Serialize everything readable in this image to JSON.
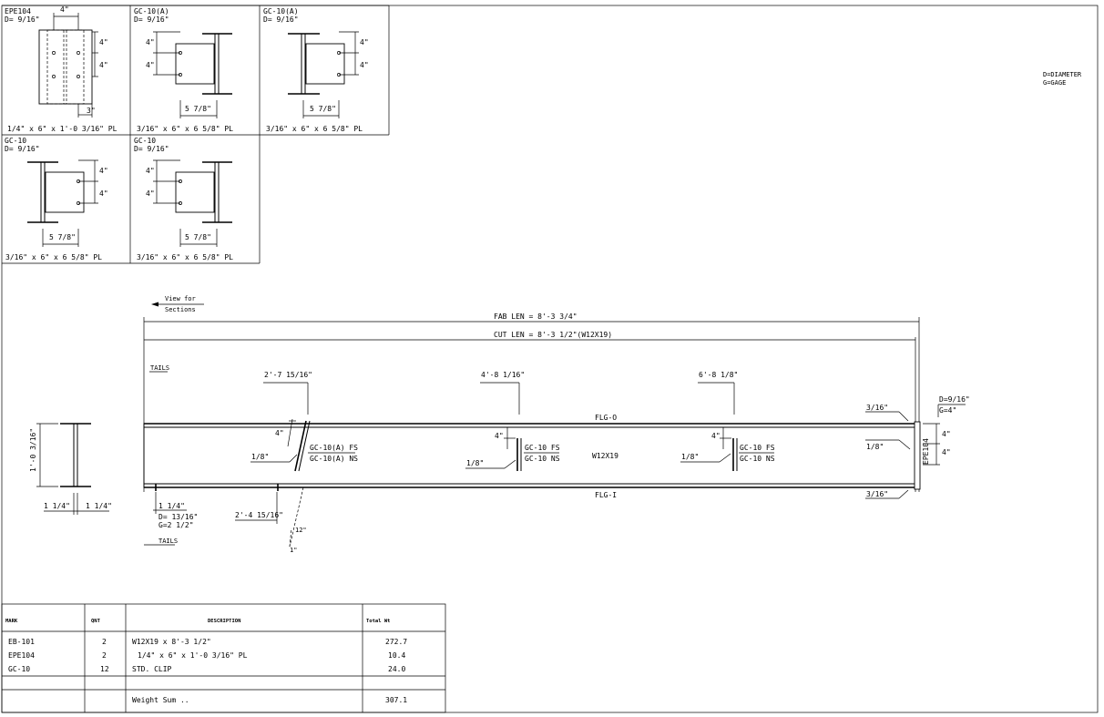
{
  "legend": {
    "diameter": "D=DIAMETER",
    "gage": "G=GAGE"
  },
  "details": [
    {
      "mark": "EPE104",
      "diameter": "D= 9/16\"",
      "dims": [
        "4\"",
        "4\"",
        "4\"",
        "3\""
      ],
      "caption": "1/4\" x 6\" x 1'-0 3/16\" PL"
    },
    {
      "mark": "GC-10(A)",
      "diameter": "D= 9/16\"",
      "dims": [
        "4\"",
        "4\"",
        "5 7/8\""
      ],
      "caption": "3/16\" x 6\" x 6 5/8\" PL"
    },
    {
      "mark": "GC-10(A)",
      "diameter": "D= 9/16\"",
      "dims": [
        "4\"",
        "4\"",
        "5 7/8\""
      ],
      "caption": "3/16\" x 6\" x 6 5/8\" PL"
    },
    {
      "mark": "GC-10",
      "diameter": "D= 9/16\"",
      "dims": [
        "4\"",
        "4\"",
        "5 7/8\""
      ],
      "caption": "3/16\" x 6\" x 6 5/8\" PL"
    },
    {
      "mark": "GC-10",
      "diameter": "D= 9/16\"",
      "dims": [
        "4\"",
        "4\"",
        "5 7/8\""
      ],
      "caption": "3/16\" x 6\" x 6 5/8\" PL"
    }
  ],
  "section": {
    "view_for": "View for",
    "sections": "Sections",
    "depth": "1'-0 3/16\"",
    "left_dim": "1 1/4\"",
    "right_dim": "1 1/4\""
  },
  "elevation": {
    "fab_len": "FAB LEN = 8'-3 3/4\"",
    "cut_len": "CUT LEN = 8'-3 1/2\"(W12X19)",
    "tails_top": "TAILS",
    "tails_bottom": "TAILS",
    "flg_o": "FLG-O",
    "flg_i": "FLG-I",
    "member": "W12X19",
    "stations": [
      "2'-7 15/16\"",
      "4'-8 1/16\"",
      "6'-8 1/8\""
    ],
    "clip_labels": [
      {
        "fs": "GC-10(A) FS",
        "ns": "GC-10(A) NS",
        "weld": "1/8\"",
        "dim": "4\""
      },
      {
        "fs": "GC-10 FS",
        "ns": "GC-10 NS",
        "weld": "1/8\"",
        "dim": "4\""
      },
      {
        "fs": "GC-10 FS",
        "ns": "GC-10 NS",
        "weld": "1/8\"",
        "dim": "4\""
      }
    ],
    "hole_dim": "1 1/4\"",
    "hole_d": "D= 13/16\"",
    "hole_g": "G=2 1/2\"",
    "skew_station": "2'-4 15/16\"",
    "skew_12": "12\"",
    "skew_1": "1\"",
    "end_weld_top": "3/16\"",
    "end_weld_mid": "1/8\"",
    "end_weld_bot": "3/16\"",
    "end_plate": "EPE104",
    "end_dg1": "D=9/16\"",
    "end_dg2": "G=4\"",
    "end_dim1": "4\"",
    "end_dim2": "4\""
  },
  "bom": {
    "headers": [
      "MARK",
      "QNT",
      "DESCRIPTION",
      "Total Wt"
    ],
    "rows": [
      [
        "EB-101",
        "2",
        "W12X19 x 8'-3 1/2\"",
        "272.7"
      ],
      [
        "EPE104",
        "2",
        "1/4\" x 6\" x 1'-0 3/16\" PL",
        "10.4"
      ],
      [
        "GC-10",
        "12",
        "STD. CLIP",
        "24.0"
      ],
      [
        "",
        "",
        "",
        ""
      ],
      [
        "",
        "",
        "Weight Sum ..",
        "307.1"
      ]
    ]
  }
}
